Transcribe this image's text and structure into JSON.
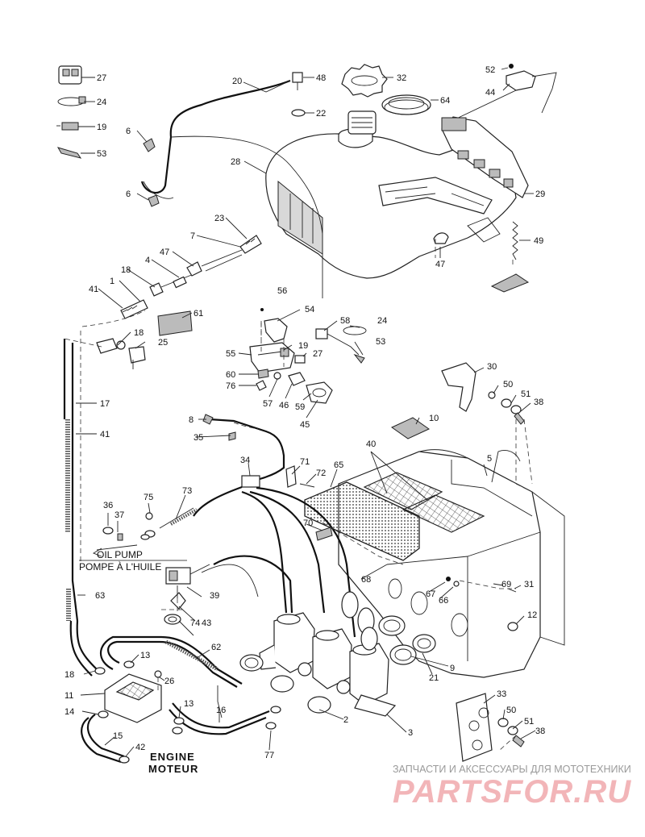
{
  "labels": {
    "oil_pump_en": "OIL PUMP",
    "oil_pump_fr": "POMPE À L'HUILE",
    "engine_en": "ENGINE",
    "engine_fr": "MOTEUR"
  },
  "part_numbers": [
    "27",
    "24",
    "19",
    "53",
    "20",
    "48",
    "22",
    "32",
    "64",
    "52",
    "44",
    "6",
    "28",
    "6",
    "29",
    "23",
    "7",
    "47",
    "4",
    "47",
    "49",
    "18",
    "1",
    "41",
    "56",
    "61",
    "54",
    "18",
    "25",
    "58",
    "24",
    "19",
    "27",
    "53",
    "55",
    "60",
    "76",
    "57",
    "46",
    "59",
    "45",
    "30",
    "50",
    "51",
    "38",
    "17",
    "41",
    "8",
    "35",
    "10",
    "40",
    "5",
    "34",
    "71",
    "72",
    "65",
    "36",
    "37",
    "75",
    "73",
    "70",
    "68",
    "39",
    "74",
    "43",
    "67",
    "66",
    "69",
    "31",
    "12",
    "63",
    "62",
    "13",
    "18",
    "26",
    "11",
    "14",
    "21",
    "9",
    "2",
    "3",
    "13",
    "16",
    "15",
    "42",
    "77",
    "33",
    "50",
    "51",
    "38"
  ],
  "watermark": {
    "caption": "ЗАПЧАСТИ И АКСЕССУАРЫ ДЛЯ МОТОТЕХНИКИ",
    "logo": "PARTSFOR.RU"
  }
}
